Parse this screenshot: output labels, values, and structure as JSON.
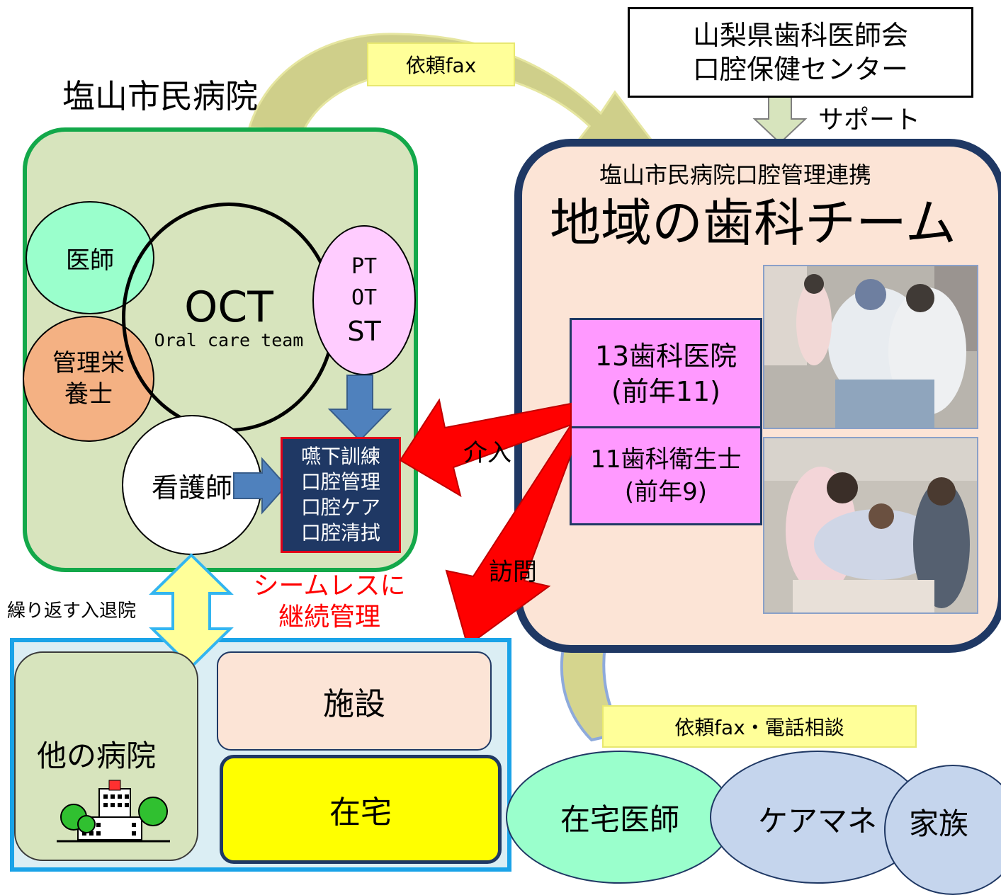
{
  "colors": {
    "hospital_box_fill": "#d7e4bd",
    "hospital_box_border": "#13a84a",
    "team_box_fill": "#fce4d6",
    "team_box_border": "#1f3864",
    "bottom_box_fill": "#dbeef4",
    "bottom_box_border": "#1aa3e8",
    "pink": "#ff99ff",
    "red_arrow": "#ff0000",
    "blue_arrow": "#4f81bd",
    "yellow_label": "#ffff99",
    "yellow_box": "#ffff00"
  },
  "support_org": {
    "line1": "山梨県歯科医師会",
    "line2": "口腔保健センター"
  },
  "support_label": "サポート",
  "request_fax_label": "依頼fax",
  "hospital": {
    "title": "塩山市民病院",
    "doctor": "医師",
    "dietitian_line1": "管理栄",
    "dietitian_line2": "養士",
    "nurse": "看護師",
    "oct_title": "OCT",
    "oct_subtitle": "Oral care team",
    "therapists": [
      "PT",
      "OT",
      "ST"
    ],
    "tasks": [
      "嚥下訓練",
      "口腔管理",
      "口腔ケア",
      "口腔清拭"
    ]
  },
  "dental_team": {
    "subtitle": "塩山市民病院口腔管理連携",
    "title": "地域の歯科チーム",
    "clinics_line1": "13歯科医院",
    "clinics_line2": "(前年11)",
    "hygienists_line1": "11歯科衛生士",
    "hygienists_line2": "(前年9)"
  },
  "intervention_label": "介入",
  "visit_label": "訪問",
  "seamless_line1": "シームレスに",
  "seamless_line2": "継続管理",
  "readmission_label": "繰り返す入退院",
  "bottom": {
    "other_hospital": "他の病院",
    "facility": "施設",
    "home": "在宅"
  },
  "request_fax_phone_label": "依頼fax・電話相談",
  "home_doctor": "在宅医師",
  "care_manager": "ケアマネ",
  "family": "家族"
}
